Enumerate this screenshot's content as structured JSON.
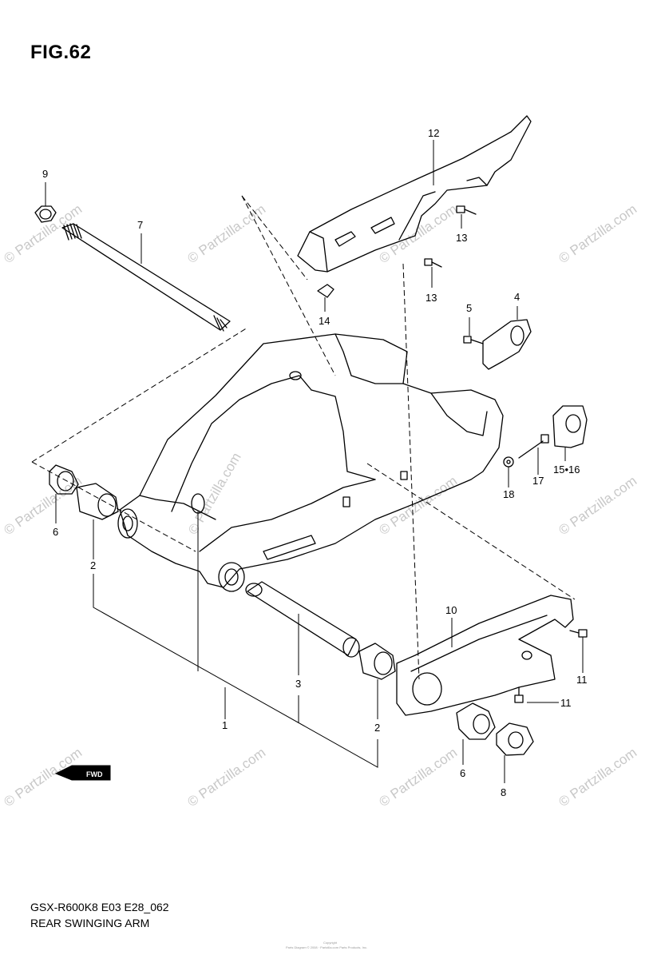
{
  "figure": {
    "title": "FIG.62",
    "model_code": "GSX-R600K8 E03 E28_062",
    "name": "REAR SWINGING ARM",
    "fwd_label": "FWD",
    "copyright_line_1": "Copyright",
    "copyright_line_2": "Parts Diagram © 2008 · Partzilla.com Parts Products, Inc."
  },
  "callouts": [
    {
      "id": "c1",
      "label": "1"
    },
    {
      "id": "c2a",
      "label": "2"
    },
    {
      "id": "c2b",
      "label": "2"
    },
    {
      "id": "c3",
      "label": "3"
    },
    {
      "id": "c4",
      "label": "4"
    },
    {
      "id": "c5",
      "label": "5"
    },
    {
      "id": "c6a",
      "label": "6"
    },
    {
      "id": "c6b",
      "label": "6"
    },
    {
      "id": "c7",
      "label": "7"
    },
    {
      "id": "c8",
      "label": "8"
    },
    {
      "id": "c9",
      "label": "9"
    },
    {
      "id": "c10",
      "label": "10"
    },
    {
      "id": "c11a",
      "label": "11"
    },
    {
      "id": "c11b",
      "label": "11"
    },
    {
      "id": "c12",
      "label": "12"
    },
    {
      "id": "c13a",
      "label": "13"
    },
    {
      "id": "c13b",
      "label": "13"
    },
    {
      "id": "c14",
      "label": "14"
    },
    {
      "id": "c1516",
      "label": "15•16"
    },
    {
      "id": "c17",
      "label": "17"
    },
    {
      "id": "c18",
      "label": "18"
    }
  ],
  "watermark": {
    "text": "© Partzilla.com",
    "color": "#c8c8c8"
  }
}
